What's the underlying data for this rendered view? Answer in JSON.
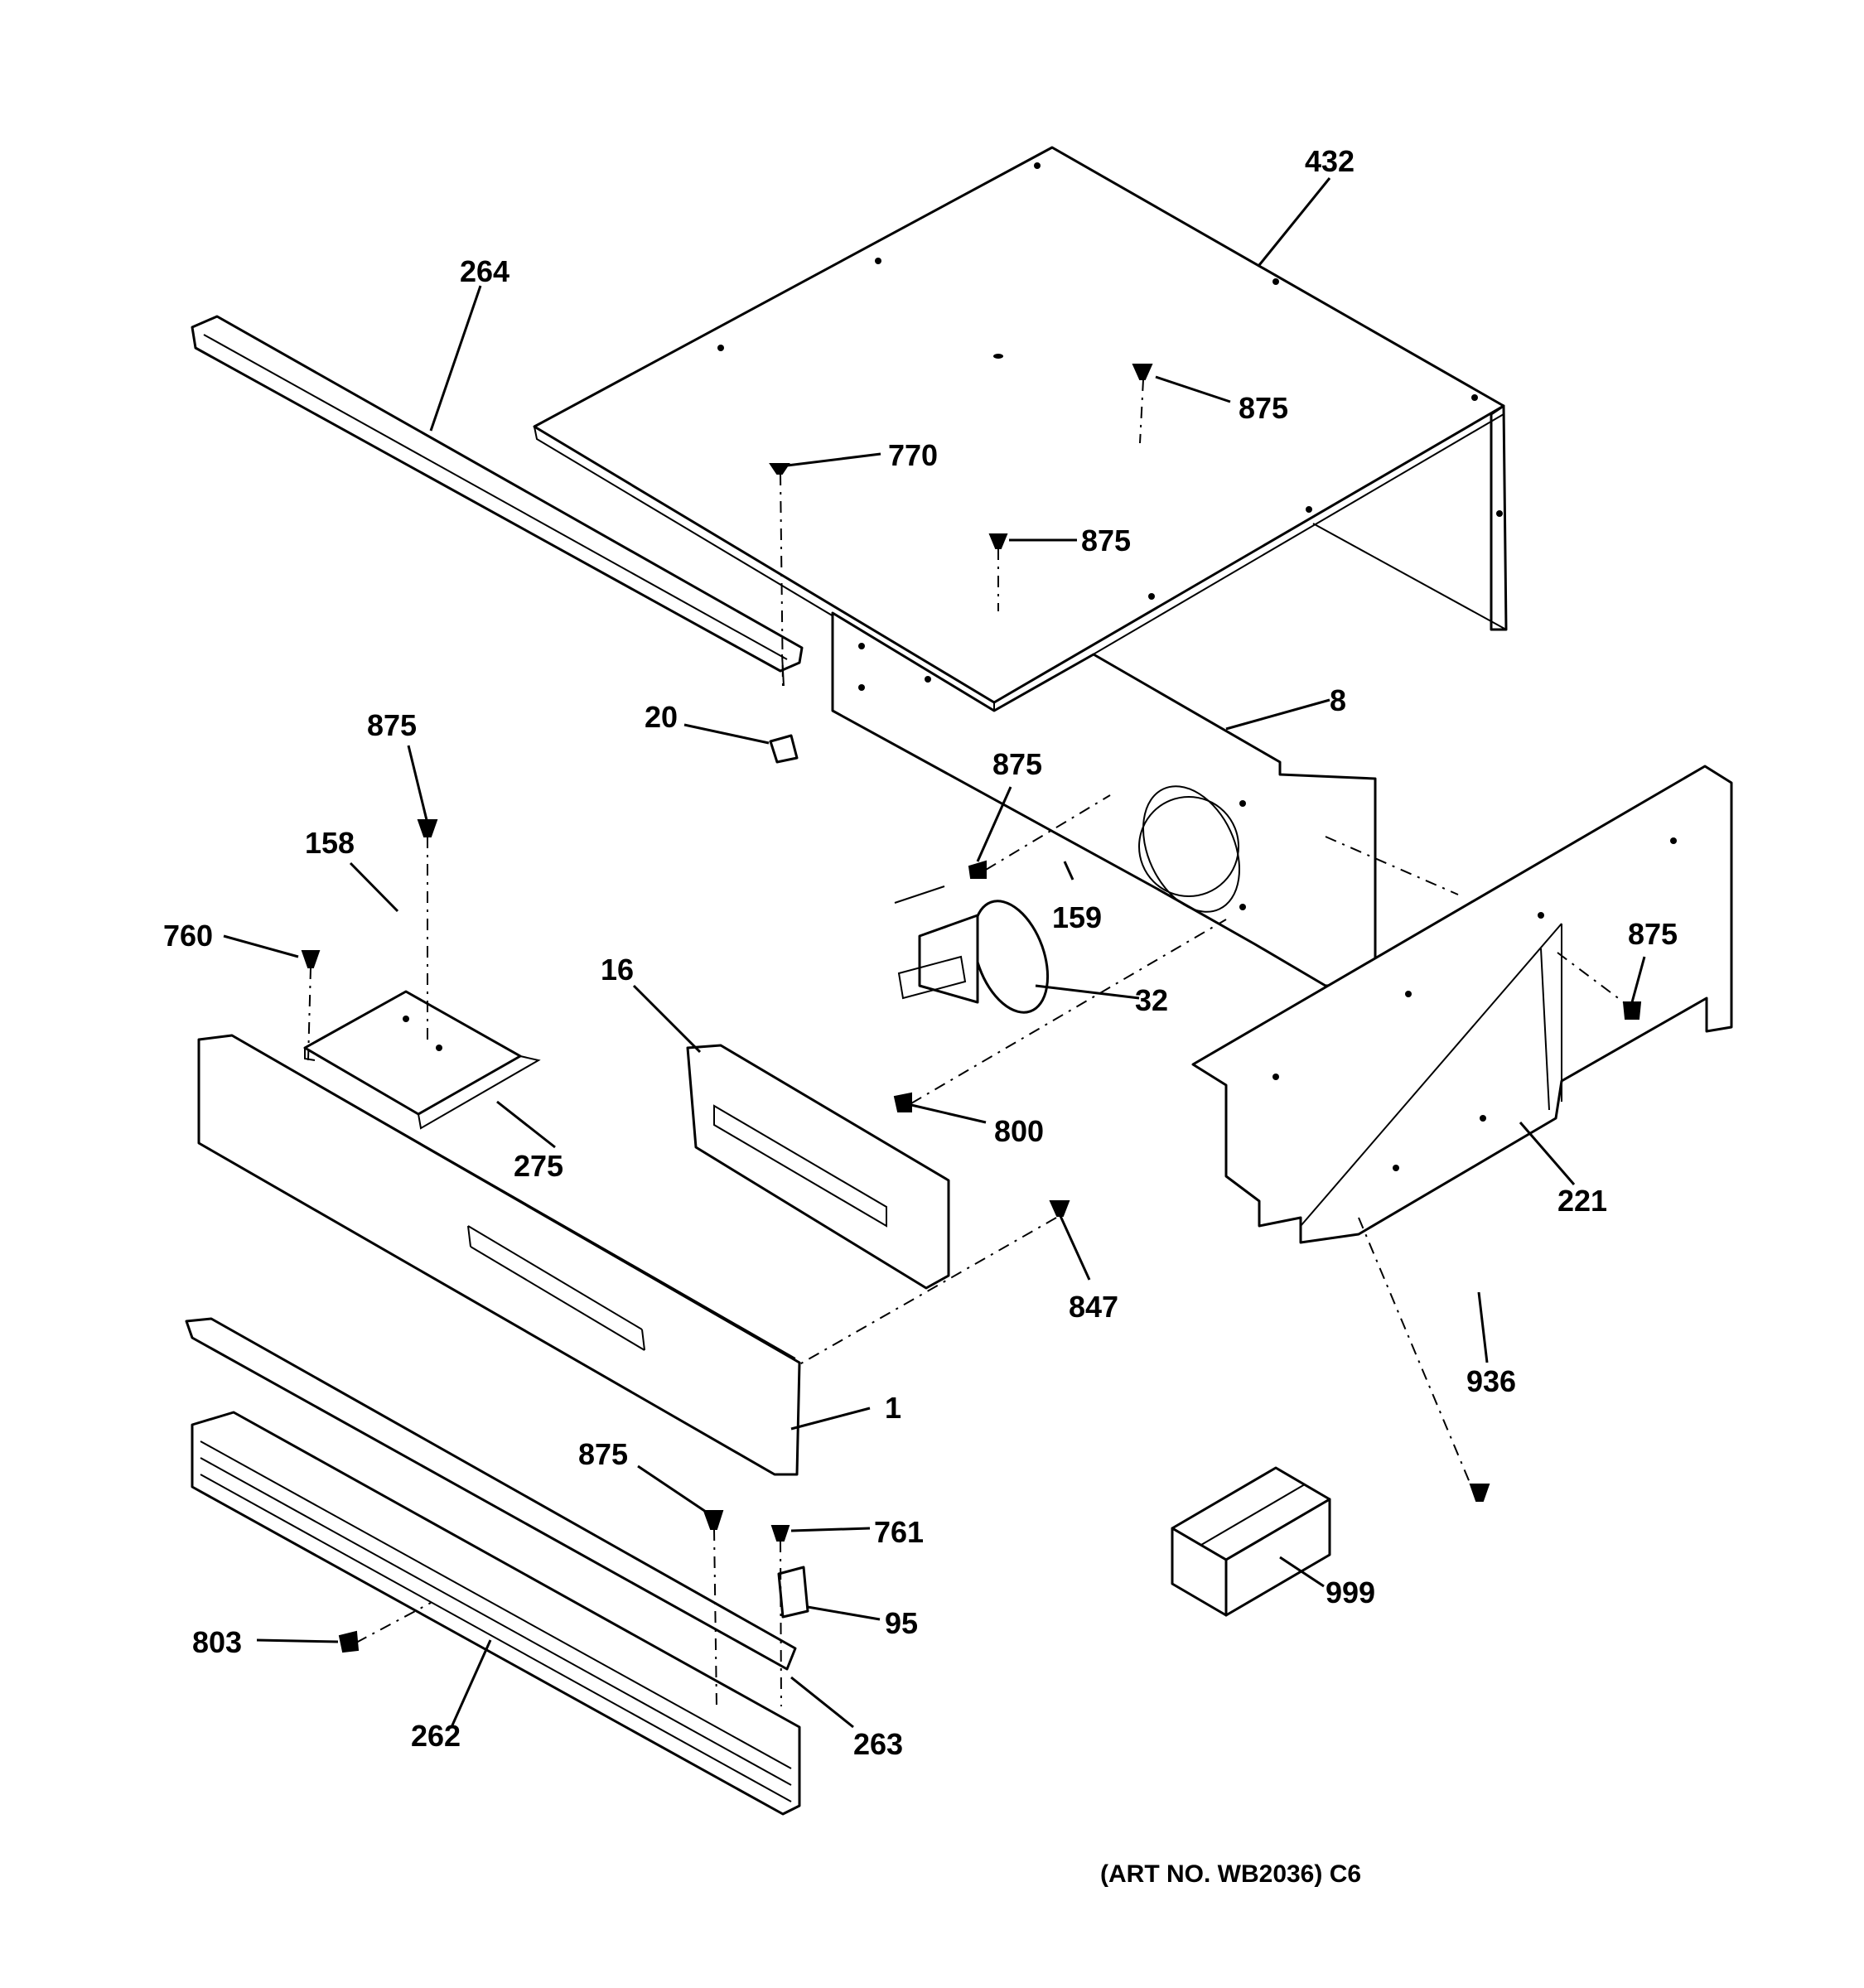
{
  "callouts": {
    "c432": "432",
    "c264": "264",
    "c875_a": "875",
    "c770": "770",
    "c875_b": "875",
    "c8": "8",
    "c20": "20",
    "c875_c": "875",
    "c875_d": "875",
    "c158": "158",
    "c159": "159",
    "c760": "760",
    "c16": "16",
    "c32": "32",
    "c875_e": "875",
    "c800": "800",
    "c275": "275",
    "c221": "221",
    "c847": "847",
    "c936": "936",
    "c1": "1",
    "c875_f": "875",
    "c761": "761",
    "c999": "999",
    "c95": "95",
    "c803": "803",
    "c262": "262",
    "c263": "263"
  },
  "art_number": "(ART NO. WB2036) C6"
}
